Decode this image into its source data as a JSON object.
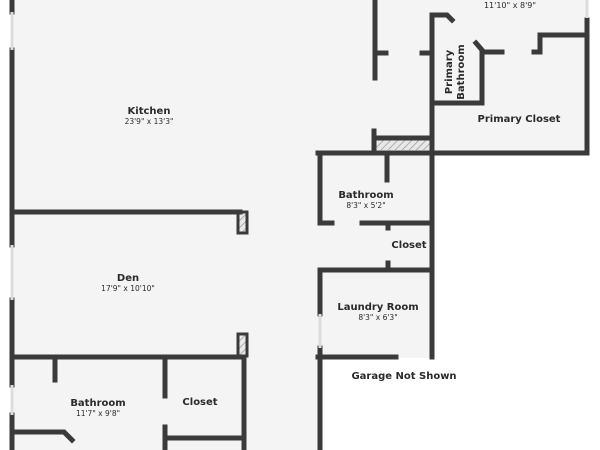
{
  "colors": {
    "wall": "#3a3a3a",
    "floor": "#f4f4f4",
    "background": "#ffffff",
    "window": "#e2e2e2"
  },
  "rooms": {
    "top_right_dims": "11'10\" x 8'9\"",
    "kitchen": {
      "name": "Kitchen",
      "dims": "23'9\" x 13'3\""
    },
    "den": {
      "name": "Den",
      "dims": "17'9\" x 10'10\""
    },
    "bathroom_lower": {
      "name": "Bathroom",
      "dims": "11'7\" x 9'8\""
    },
    "closet_lower": {
      "name": "Closet"
    },
    "primary_bathroom": {
      "line1": "Primary",
      "line2": "Bathroom"
    },
    "primary_closet": {
      "name": "Primary Closet"
    },
    "bathroom_mid": {
      "name": "Bathroom",
      "dims": "8'3\" x 5'2\""
    },
    "closet_mid": {
      "name": "Closet"
    },
    "laundry": {
      "name": "Laundry Room",
      "dims": "8'3\" x 6'3\""
    },
    "garage_note": "Garage Not Shown"
  }
}
